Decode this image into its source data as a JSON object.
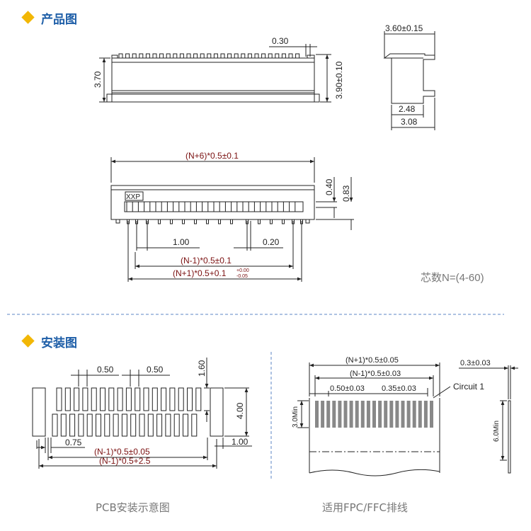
{
  "colors": {
    "title": "#1f5fa8",
    "accent": "#f2b705",
    "ink": "#222222",
    "dim_text_red": "#7a1010",
    "divider": "#5b86c4",
    "caption": "#777777"
  },
  "sections": {
    "product": {
      "title": "产品图",
      "icon": "diamond-icon"
    },
    "install": {
      "title": "安装图",
      "icon": "diamond-icon"
    }
  },
  "product_views": {
    "front": {
      "top_gap": "0.30",
      "height_left": "3.70",
      "height_right": "3.90±0.10"
    },
    "side": {
      "top_width": "3.60±0.15",
      "mid_width": "2.48",
      "bottom_width": "3.08"
    },
    "bottom": {
      "marking": "XXP",
      "overall": "(N+6)*0.5±0.1",
      "h1": "0.40",
      "h2": "0.83",
      "pitch": "1.00",
      "pin_width": "0.20",
      "row_span": "(N-1)*0.5±0.1",
      "outer_span_main": "(N+1)*0.5+0.1",
      "outer_span_tol_plus": "+0.00",
      "outer_span_tol_minus": "-0.05"
    },
    "pin_note": "芯数N=(4-60)"
  },
  "pcb_layout": {
    "pad_gap_top_left": "0.50",
    "pad_gap_top_right": "0.50",
    "pad_length": "1.60",
    "total_height": "4.00",
    "pad_offset": "0.75",
    "side_width": "1.00",
    "span_inner": "(N-1)*0.5±0.05",
    "span_outer": "(N-1)*0.5+2.5",
    "caption": "PCB安装示意图"
  },
  "ffc_layout": {
    "overall": "(N+1)*0.5±0.05",
    "span": "(N-1)*0.5±0.03",
    "pitch": "0.50±0.03",
    "width": "0.35±0.03",
    "circuit_label": "Circuit 1",
    "min_length": "3.0Min",
    "thickness": "0.3±0.03",
    "min_total": "6.0Min",
    "caption": "适用FPC/FFC排线"
  }
}
